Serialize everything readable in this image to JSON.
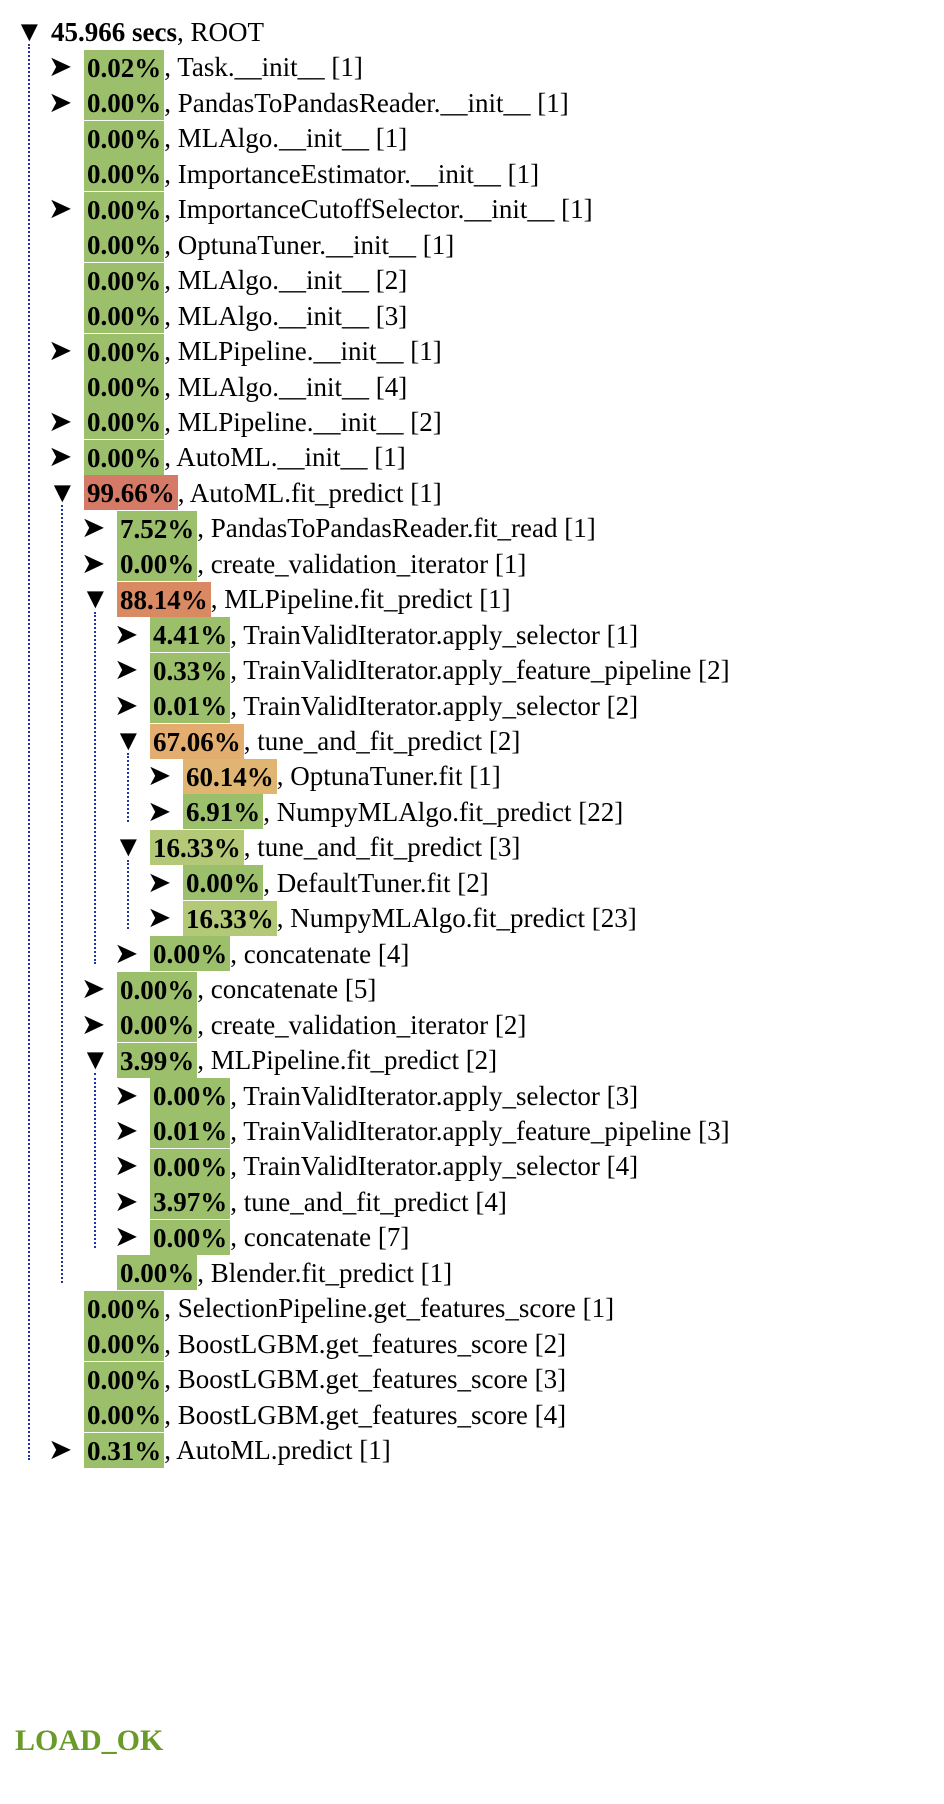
{
  "root": {
    "time": "45.966 secs",
    "label": ", ROOT",
    "toggle": "▼"
  },
  "rows": [
    {
      "depth": 1,
      "toggle": "➤",
      "pct": "0.02%",
      "label": ", Task.__init__ [1]",
      "color": "#9cbf6c"
    },
    {
      "depth": 1,
      "toggle": "➤",
      "pct": "0.00%",
      "label": ", PandasToPandasReader.__init__ [1]",
      "color": "#9cbf6c"
    },
    {
      "depth": 1,
      "toggle": "",
      "pct": "0.00%",
      "label": ", MLAlgo.__init__ [1]",
      "color": "#9cbf6c"
    },
    {
      "depth": 1,
      "toggle": "",
      "pct": "0.00%",
      "label": ", ImportanceEstimator.__init__ [1]",
      "color": "#9cbf6c"
    },
    {
      "depth": 1,
      "toggle": "➤",
      "pct": "0.00%",
      "label": ", ImportanceCutoffSelector.__init__ [1]",
      "color": "#9cbf6c"
    },
    {
      "depth": 1,
      "toggle": "",
      "pct": "0.00%",
      "label": ", OptunaTuner.__init__ [1]",
      "color": "#9cbf6c"
    },
    {
      "depth": 1,
      "toggle": "",
      "pct": "0.00%",
      "label": ", MLAlgo.__init__ [2]",
      "color": "#9cbf6c"
    },
    {
      "depth": 1,
      "toggle": "",
      "pct": "0.00%",
      "label": ", MLAlgo.__init__ [3]",
      "color": "#9cbf6c"
    },
    {
      "depth": 1,
      "toggle": "➤",
      "pct": "0.00%",
      "label": ", MLPipeline.__init__ [1]",
      "color": "#9cbf6c"
    },
    {
      "depth": 1,
      "toggle": "",
      "pct": "0.00%",
      "label": ", MLAlgo.__init__ [4]",
      "color": "#9cbf6c"
    },
    {
      "depth": 1,
      "toggle": "➤",
      "pct": "0.00%",
      "label": ", MLPipeline.__init__ [2]",
      "color": "#9cbf6c"
    },
    {
      "depth": 1,
      "toggle": "➤",
      "pct": "0.00%",
      "label": ", AutoML.__init__ [1]",
      "color": "#9cbf6c"
    },
    {
      "depth": 1,
      "toggle": "▼",
      "pct": "99.66%",
      "label": ", AutoML.fit_predict [1]",
      "color": "#d47a66"
    },
    {
      "depth": 2,
      "toggle": "➤",
      "pct": "7.52%",
      "label": ", PandasToPandasReader.fit_read [1]",
      "color": "#9cbf6c"
    },
    {
      "depth": 2,
      "toggle": "➤",
      "pct": "0.00%",
      "label": ", create_validation_iterator [1]",
      "color": "#9cbf6c"
    },
    {
      "depth": 2,
      "toggle": "▼",
      "pct": "88.14%",
      "label": ", MLPipeline.fit_predict [1]",
      "color": "#d98a62"
    },
    {
      "depth": 3,
      "toggle": "➤",
      "pct": "4.41%",
      "label": ", TrainValidIterator.apply_selector [1]",
      "color": "#9cbf6c"
    },
    {
      "depth": 3,
      "toggle": "➤",
      "pct": "0.33%",
      "label": ", TrainValidIterator.apply_feature_pipeline [2]",
      "color": "#9cbf6c"
    },
    {
      "depth": 3,
      "toggle": "➤",
      "pct": "0.01%",
      "label": ", TrainValidIterator.apply_selector [2]",
      "color": "#9cbf6c"
    },
    {
      "depth": 3,
      "toggle": "▼",
      "pct": "67.06%",
      "label": ", tune_and_fit_predict [2]",
      "color": "#e2ad6e"
    },
    {
      "depth": 4,
      "toggle": "➤",
      "pct": "60.14%",
      "label": ", OptunaTuner.fit [1]",
      "color": "#e0b572"
    },
    {
      "depth": 4,
      "toggle": "➤",
      "pct": "6.91%",
      "label": ", NumpyMLAlgo.fit_predict [22]",
      "color": "#9cbf6c"
    },
    {
      "depth": 3,
      "toggle": "▼",
      "pct": "16.33%",
      "label": ", tune_and_fit_predict [3]",
      "color": "#b4c978"
    },
    {
      "depth": 4,
      "toggle": "➤",
      "pct": "0.00%",
      "label": ", DefaultTuner.fit [2]",
      "color": "#9cbf6c"
    },
    {
      "depth": 4,
      "toggle": "➤",
      "pct": "16.33%",
      "label": ", NumpyMLAlgo.fit_predict [23]",
      "color": "#b4c978"
    },
    {
      "depth": 3,
      "toggle": "➤",
      "pct": "0.00%",
      "label": ", concatenate [4]",
      "color": "#9cbf6c"
    },
    {
      "depth": 2,
      "toggle": "➤",
      "pct": "0.00%",
      "label": ", concatenate [5]",
      "color": "#9cbf6c"
    },
    {
      "depth": 2,
      "toggle": "➤",
      "pct": "0.00%",
      "label": ", create_validation_iterator [2]",
      "color": "#9cbf6c"
    },
    {
      "depth": 2,
      "toggle": "▼",
      "pct": "3.99%",
      "label": ", MLPipeline.fit_predict [2]",
      "color": "#9cbf6c"
    },
    {
      "depth": 3,
      "toggle": "➤",
      "pct": "0.00%",
      "label": ", TrainValidIterator.apply_selector [3]",
      "color": "#9cbf6c"
    },
    {
      "depth": 3,
      "toggle": "➤",
      "pct": "0.01%",
      "label": ", TrainValidIterator.apply_feature_pipeline [3]",
      "color": "#9cbf6c"
    },
    {
      "depth": 3,
      "toggle": "➤",
      "pct": "0.00%",
      "label": ", TrainValidIterator.apply_selector [4]",
      "color": "#9cbf6c"
    },
    {
      "depth": 3,
      "toggle": "➤",
      "pct": "3.97%",
      "label": ", tune_and_fit_predict [4]",
      "color": "#9cbf6c"
    },
    {
      "depth": 3,
      "toggle": "➤",
      "pct": "0.00%",
      "label": ", concatenate [7]",
      "color": "#9cbf6c"
    },
    {
      "depth": 2,
      "toggle": "",
      "pct": "0.00%",
      "label": ", Blender.fit_predict [1]",
      "color": "#9cbf6c"
    },
    {
      "depth": 1,
      "toggle": "",
      "pct": "0.00%",
      "label": ", SelectionPipeline.get_features_score [1]",
      "color": "#9cbf6c"
    },
    {
      "depth": 1,
      "toggle": "",
      "pct": "0.00%",
      "label": ", BoostLGBM.get_features_score [2]",
      "color": "#9cbf6c"
    },
    {
      "depth": 1,
      "toggle": "",
      "pct": "0.00%",
      "label": ", BoostLGBM.get_features_score [3]",
      "color": "#9cbf6c"
    },
    {
      "depth": 1,
      "toggle": "",
      "pct": "0.00%",
      "label": ", BoostLGBM.get_features_score [4]",
      "color": "#9cbf6c"
    },
    {
      "depth": 1,
      "toggle": "➤",
      "pct": "0.31%",
      "label": ", AutoML.predict [1]",
      "color": "#9cbf6c"
    }
  ],
  "status": "LOAD_OK",
  "colors": {
    "guide_line": "#2233aa",
    "status_text": "#6a9a2a"
  }
}
